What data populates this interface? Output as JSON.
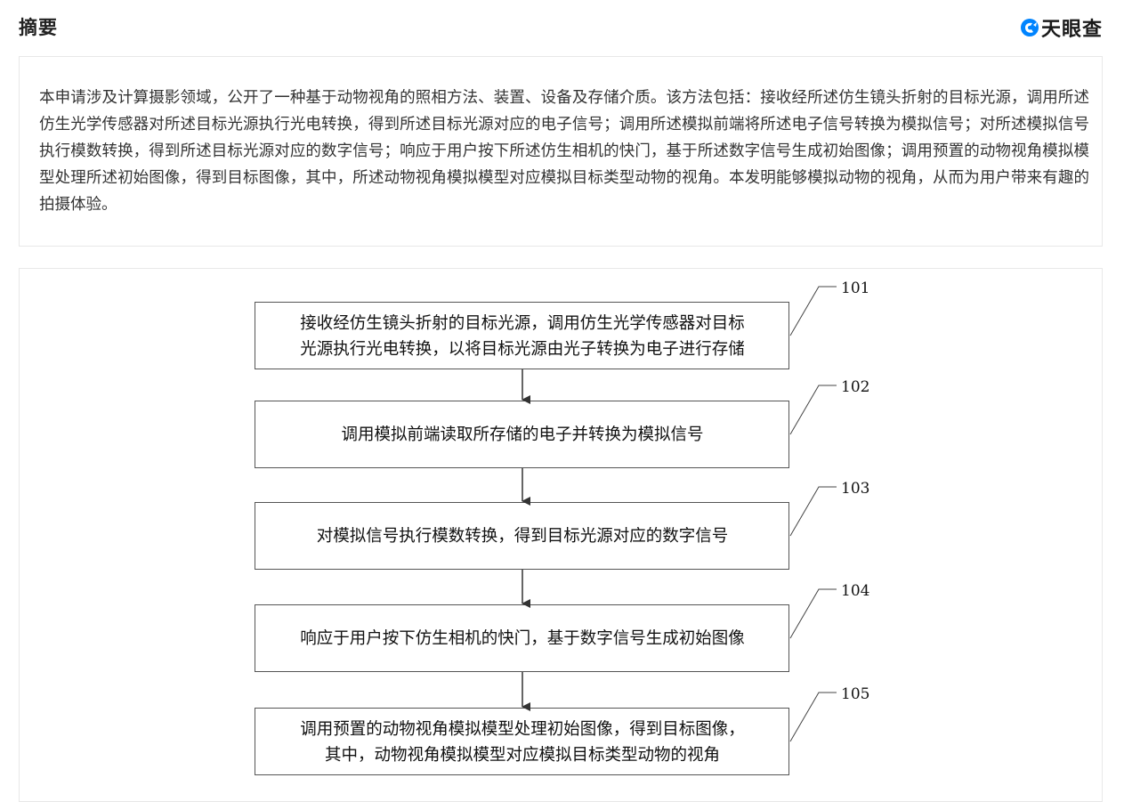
{
  "header": {
    "title": "摘要",
    "brand": "天眼查",
    "brand_icon": "tianyancha-logo-icon",
    "brand_color": "#0084ff"
  },
  "abstract": {
    "text": "本申请涉及计算摄影领域，公开了一种基于动物视角的照相方法、装置、设备及存储介质。该方法包括：接收经所述仿生镜头折射的目标光源，调用所述仿生光学传感器对所述目标光源执行光电转换，得到所述目标光源对应的电子信号；调用所述模拟前端将所述电子信号转换为模拟信号；对所述模拟信号执行模数转换，得到所述目标光源对应的数字信号；响应于用户按下所述仿生相机的快门，基于所述数字信号生成初始图像；调用预置的动物视角模拟模型处理所述初始图像，得到目标图像，其中，所述动物视角模拟模型对应模拟目标类型动物的视角。本发明能够模拟动物的视角，从而为用户带来有趣的拍摄体验。"
  },
  "flowchart": {
    "steps": [
      {
        "number": "101",
        "lines": [
          "接收经仿生镜头折射的目标光源，调用仿生光学传感器对目标",
          "光源执行光电转换，以将目标光源由光子转换为电子进行存储"
        ]
      },
      {
        "number": "102",
        "lines": [
          "调用模拟前端读取所存储的电子并转换为模拟信号"
        ]
      },
      {
        "number": "103",
        "lines": [
          "对模拟信号执行模数转换，得到目标光源对应的数字信号"
        ]
      },
      {
        "number": "104",
        "lines": [
          "响应于用户按下仿生相机的快门，基于数字信号生成初始图像"
        ]
      },
      {
        "number": "105",
        "lines": [
          "调用预置的动物视角模拟模型处理初始图像，得到目标图像，",
          "其中，动物视角模拟模型对应模拟目标类型动物的视角"
        ]
      }
    ]
  }
}
